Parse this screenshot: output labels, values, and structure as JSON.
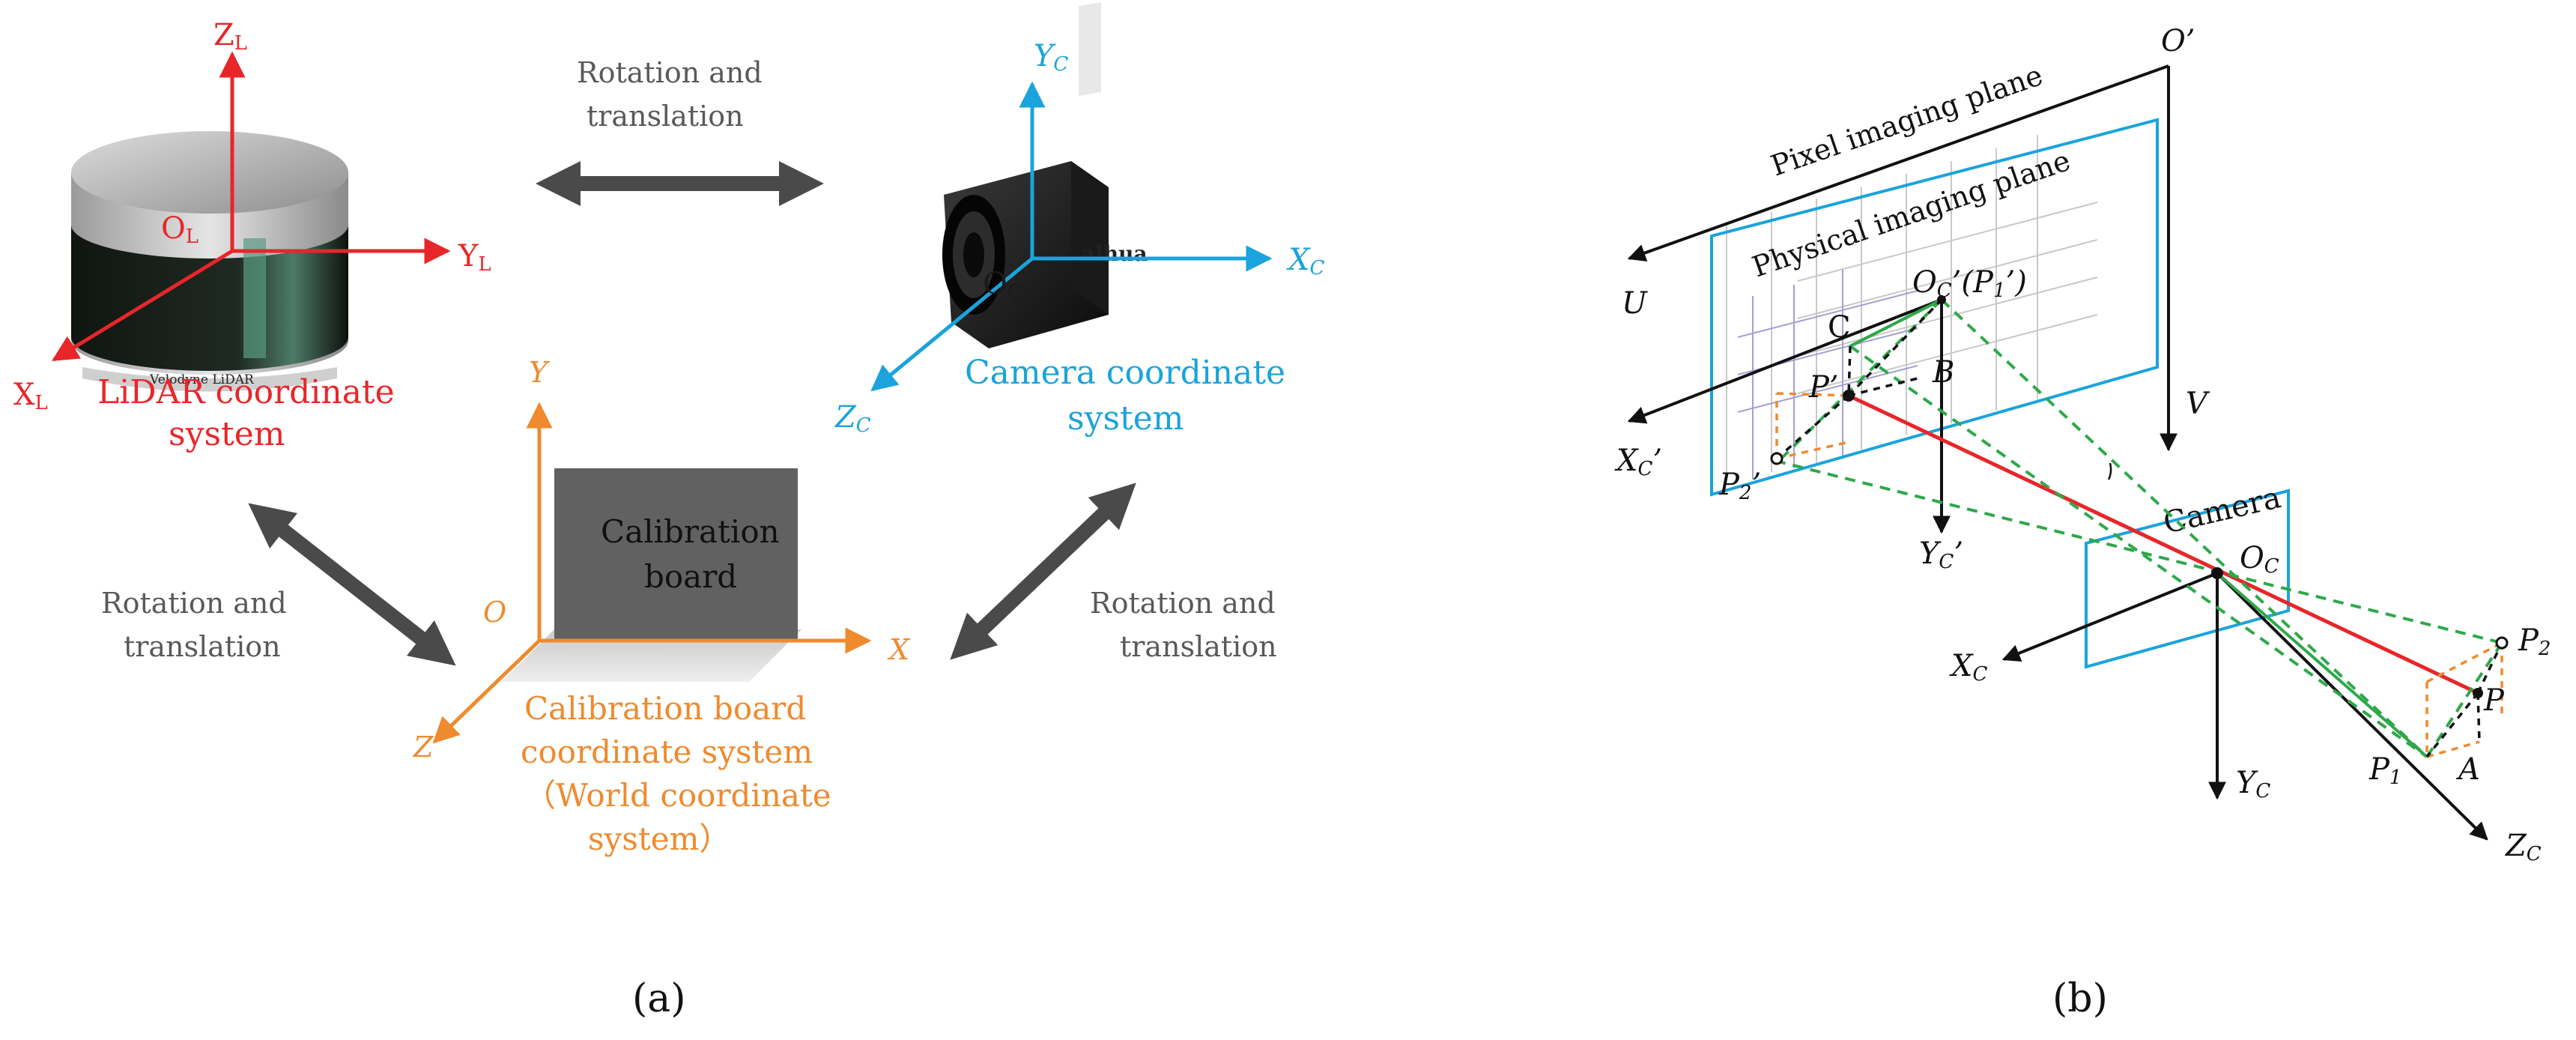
{
  "panel_a": {
    "lidar": {
      "axis_z": "Z",
      "axis_z_sub": "L",
      "axis_y": "Y",
      "axis_y_sub": "L",
      "axis_x": "X",
      "axis_x_sub": "L",
      "origin": "O",
      "origin_sub": "L",
      "brand": "Velodyne LiDAR",
      "label_line1": "LiDAR coordinate",
      "label_line2": "system"
    },
    "camera": {
      "axis_y": "Y",
      "axis_y_sub": "C",
      "axis_x": "X",
      "axis_x_sub": "C",
      "axis_z": "Z",
      "axis_z_sub": "C",
      "origin": "O",
      "origin_sub": "C",
      "brand": "alhua",
      "label_line1": "Camera coordinate",
      "label_line2": "system"
    },
    "board": {
      "axis_y": "Y",
      "axis_x": "X",
      "axis_z": "Z",
      "origin": "O",
      "box_line1": "Calibration",
      "box_line2": "board",
      "label_line1": "Calibration board",
      "label_line2": "coordinate system",
      "label_line3": "（World coordinate",
      "label_line4": "system）"
    },
    "transform_top": {
      "line1": "Rotation and",
      "line2": "translation"
    },
    "transform_left": {
      "line1": "Rotation and",
      "line2": "translation"
    },
    "transform_right": {
      "line1": "Rotation and",
      "line2": "translation"
    },
    "caption": "(a)"
  },
  "panel_b": {
    "pixel_plane": "Pixel imaging plane",
    "physical_plane": "Physical imaging plane",
    "o_prime": "O’",
    "u": "U",
    "v": "V",
    "xc_prime": "X",
    "xc_prime_sub": "C",
    "xc_prime_mark": "’",
    "yc_prime": "Y",
    "yc_prime_sub": "C",
    "yc_prime_mark": "’",
    "oc_prime": "O",
    "oc_prime_sub": "C",
    "oc_prime_rest": "’(P",
    "oc_prime_p1sub": "1",
    "oc_prime_end": "’)",
    "c": "C",
    "b": "B",
    "p_prime": "P’",
    "p2_prime": "P",
    "p2_prime_sub": "2",
    "p2_prime_mark": "’",
    "camera": "Camera",
    "oc": "O",
    "oc_sub": "C",
    "xc": "X",
    "xc_sub": "C",
    "yc": "Y",
    "yc_sub": "C",
    "zc": "Z",
    "zc_sub": "C",
    "p2": "P",
    "p2_sub": "2",
    "p": "P",
    "p1": "P",
    "p1_sub": "1",
    "a": "A",
    "caption": "(b)"
  }
}
